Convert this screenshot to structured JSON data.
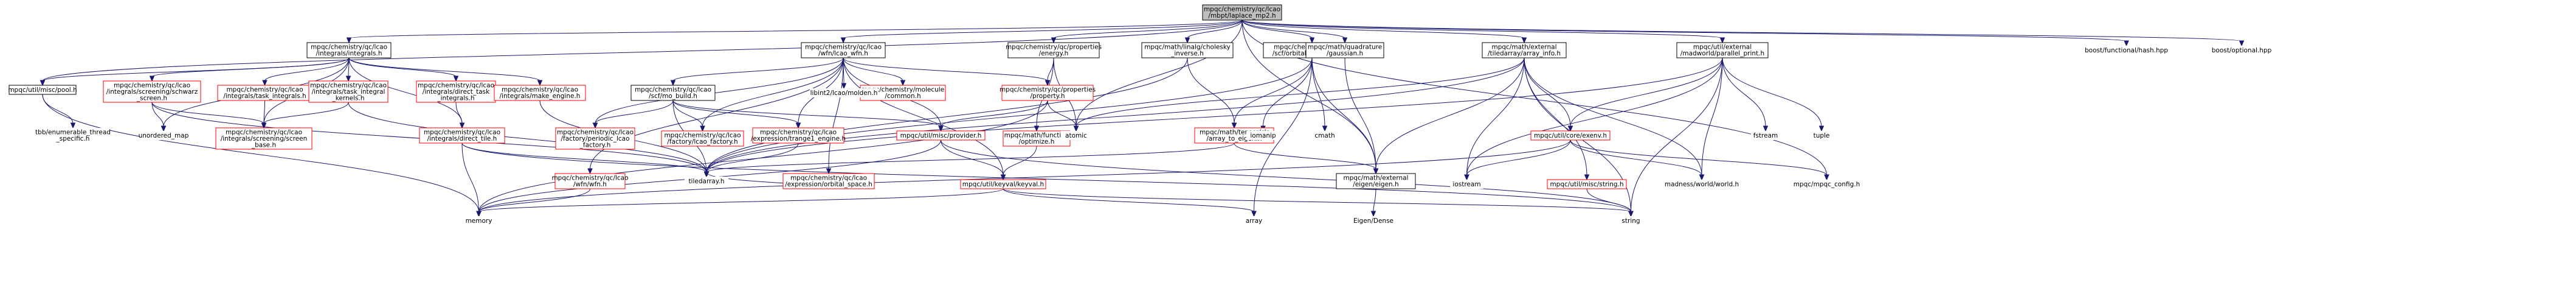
{
  "nodes": [
    {
      "id": "root",
      "lines": [
        "mpqc/chemistry/qc/lcao",
        "/mbpt/laplace_mp2.h"
      ],
      "style": "root"
    },
    {
      "id": "integrals",
      "lines": [
        "mpqc/chemistry/qc/lcao",
        "/integrals/integrals.h"
      ],
      "style": "link"
    },
    {
      "id": "wfn",
      "lines": [
        "mpqc/chemistry/qc/lcao",
        "/wfn/lcao_wfn.h"
      ],
      "style": "link"
    },
    {
      "id": "energy",
      "lines": [
        "mpqc/chemistry/qc/properties",
        "/energy.h"
      ],
      "style": "link"
    },
    {
      "id": "cholesky",
      "lines": [
        "mpqc/math/linalg/cholesky",
        "_inverse.h"
      ],
      "style": "link"
    },
    {
      "id": "orbloc",
      "lines": [
        "mpqc/chemistry/qc/lcao",
        "/scf/orbital_localization.h"
      ],
      "style": "link"
    },
    {
      "id": "gaussian",
      "lines": [
        "mpqc/math/quadrature",
        "/gaussian.h"
      ],
      "style": "link"
    },
    {
      "id": "arrayinfo",
      "lines": [
        "mpqc/math/external",
        "/tiledarray/array_info.h"
      ],
      "style": "link"
    },
    {
      "id": "parprint",
      "lines": [
        "mpqc/util/external",
        "/madworld/parallel_print.h"
      ],
      "style": "link"
    },
    {
      "id": "hash",
      "lines": [
        "boost/functional/hash.hpp"
      ],
      "style": "plain"
    },
    {
      "id": "optional",
      "lines": [
        "boost/optional.hpp"
      ],
      "style": "plain"
    },
    {
      "id": "pool",
      "lines": [
        "mpqc/util/misc/pool.h"
      ],
      "style": "link"
    },
    {
      "id": "schwarz",
      "lines": [
        "mpqc/chemistry/qc/lcao",
        "/integrals/screening/schwarz",
        "_screen.h"
      ],
      "style": "missing"
    },
    {
      "id": "taskints",
      "lines": [
        "mpqc/chemistry/qc/lcao",
        "/integrals/task_integrals.h"
      ],
      "style": "missing"
    },
    {
      "id": "taskkern",
      "lines": [
        "mpqc/chemistry/qc/lcao",
        "/integrals/task_integral",
        "_kernels.h"
      ],
      "style": "missing"
    },
    {
      "id": "directtask",
      "lines": [
        "mpqc/chemistry/qc/lcao",
        "/integrals/direct_task",
        "_integrals.h"
      ],
      "style": "missing"
    },
    {
      "id": "makeengine",
      "lines": [
        "mpqc/chemistry/qc/lcao",
        "/integrals/make_engine.h"
      ],
      "style": "missing"
    },
    {
      "id": "tbbenum",
      "lines": [
        "tbb/enumerable_thread",
        "_specific.h"
      ],
      "style": "plain"
    },
    {
      "id": "unordered",
      "lines": [
        "unordered_map"
      ],
      "style": "plain"
    },
    {
      "id": "screenbase",
      "lines": [
        "mpqc/chemistry/qc/lcao",
        "/integrals/screening/screen",
        "_base.h"
      ],
      "style": "missing"
    },
    {
      "id": "directtile",
      "lines": [
        "mpqc/chemistry/qc/lcao",
        "/integrals/direct_tile.h"
      ],
      "style": "missing"
    },
    {
      "id": "molecule",
      "lines": [
        "mpqc/chemistry/molecule",
        "/common.h"
      ],
      "style": "missing"
    },
    {
      "id": "libint",
      "lines": [
        "libint2/lcao/molden.h"
      ],
      "style": "plain"
    },
    {
      "id": "build",
      "lines": [
        "mpqc/chemistry/qc/lcao",
        "/scf/mo_build.h"
      ],
      "style": "link"
    },
    {
      "id": "property",
      "lines": [
        "mpqc/chemistry/qc/properties",
        "/property.h"
      ],
      "style": "missing"
    },
    {
      "id": "periodic",
      "lines": [
        "mpqc/chemistry/qc/lcao",
        "/factory/periodic_lcao",
        "_factory.h"
      ],
      "style": "missing"
    },
    {
      "id": "lcaofact",
      "lines": [
        "mpqc/chemistry/qc/lcao",
        "/factory/lcao_factory.h"
      ],
      "style": "missing"
    },
    {
      "id": "frange",
      "lines": [
        "mpqc/chemistry/qc/lcao",
        "/expression/trange1_engine.h"
      ],
      "style": "missing"
    },
    {
      "id": "provider",
      "lines": [
        "mpqc/util/misc/provider.h"
      ],
      "style": "missing"
    },
    {
      "id": "optimize",
      "lines": [
        "mpqc/math/function",
        "/optimize.h"
      ],
      "style": "missing"
    },
    {
      "id": "atomic",
      "lines": [
        "atomic"
      ],
      "style": "plain"
    },
    {
      "id": "tensorctr",
      "lines": [
        "mpqc/math/tensor/clr",
        "/array_to_eigen.h"
      ],
      "style": "missing"
    },
    {
      "id": "iomanip",
      "lines": [
        "iomanip"
      ],
      "style": "plain"
    },
    {
      "id": "cmath",
      "lines": [
        "cmath"
      ],
      "style": "plain"
    },
    {
      "id": "exenv",
      "lines": [
        "mpqc/util/core/exenv.h"
      ],
      "style": "missing"
    },
    {
      "id": "fstream",
      "lines": [
        "fstream"
      ],
      "style": "plain"
    },
    {
      "id": "tuple",
      "lines": [
        "tuple"
      ],
      "style": "plain"
    },
    {
      "id": "wfnh",
      "lines": [
        "mpqc/chemistry/qc/lcao",
        "/wfn/wfn.h"
      ],
      "style": "missing"
    },
    {
      "id": "orbspace",
      "lines": [
        "mpqc/chemistry/qc/lcao",
        "/expression/orbital_space.h"
      ],
      "style": "missing"
    },
    {
      "id": "tiledarray",
      "lines": [
        "tiledarray.h"
      ],
      "style": "plain"
    },
    {
      "id": "keyval",
      "lines": [
        "mpqc/util/keyval/keyval.h"
      ],
      "style": "missing"
    },
    {
      "id": "eigen",
      "lines": [
        "mpqc/math/external",
        "/eigen/eigen.h"
      ],
      "style": "link"
    },
    {
      "id": "iostream",
      "lines": [
        "iostream"
      ],
      "style": "plain"
    },
    {
      "id": "strh",
      "lines": [
        "mpqc/util/misc/string.h"
      ],
      "style": "missing"
    },
    {
      "id": "madworld",
      "lines": [
        "madness/world/world.h"
      ],
      "style": "plain"
    },
    {
      "id": "config",
      "lines": [
        "mpqc/mpqc_config.h"
      ],
      "style": "plain"
    },
    {
      "id": "memory",
      "lines": [
        "memory"
      ],
      "style": "plain"
    },
    {
      "id": "array",
      "lines": [
        "array"
      ],
      "style": "plain"
    },
    {
      "id": "string",
      "lines": [
        "string"
      ],
      "style": "plain"
    },
    {
      "id": "eigendense",
      "lines": [
        "Eigen/Dense"
      ],
      "style": "plain"
    }
  ]
}
